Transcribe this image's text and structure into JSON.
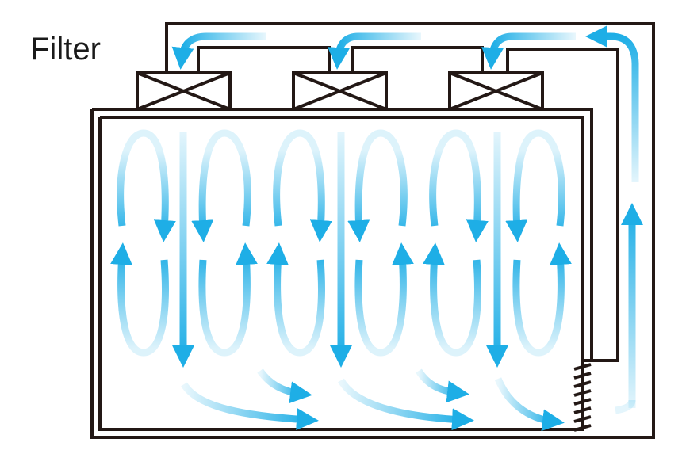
{
  "diagram": {
    "filter_label": "Filter",
    "colors": {
      "structure": "#231815",
      "airflow": "#1eaee6",
      "background": "#ffffff"
    },
    "filter_units": 3,
    "circulation_loops": 6,
    "downflow_columns": 3,
    "return_duct_arrows": 4,
    "floor_flow_arrows": 5,
    "icons": [
      "filter-unit-icon",
      "airflow-arrow-icon",
      "return-grille-icon"
    ]
  }
}
